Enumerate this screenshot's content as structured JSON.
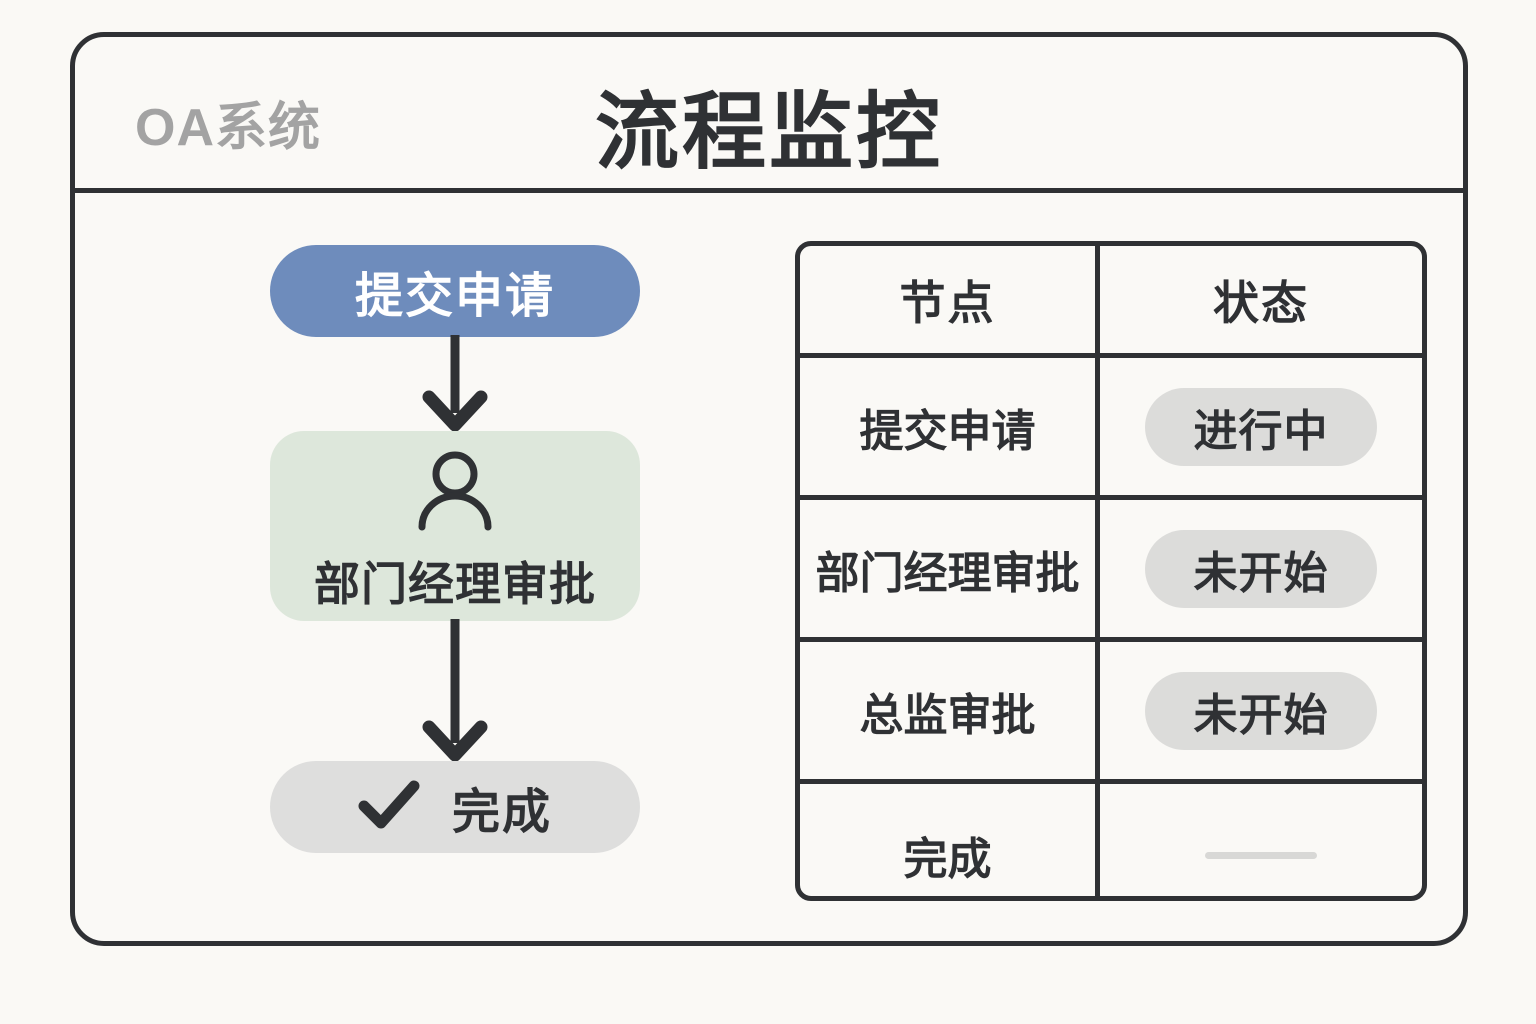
{
  "page": {
    "background_color": "#faf9f5",
    "card_border_color": "#2f3134"
  },
  "header": {
    "brand": "OA系统",
    "title": "流程监控",
    "brand_color": "#a3a3a3",
    "title_color": "#2f3134"
  },
  "flow": {
    "nodes": [
      {
        "label": "提交申请",
        "icon": "none",
        "fill": "#6e8cbc",
        "text_color": "#ffffff",
        "shape": "pill"
      },
      {
        "label": "部门经理审批",
        "icon": "person-icon",
        "fill": "#dde7db",
        "text_color": "#2f3134",
        "shape": "rounded-rect"
      },
      {
        "label": "完成",
        "icon": "check-icon",
        "fill": "#dededd",
        "text_color": "#2f3134",
        "shape": "pill"
      }
    ],
    "connectors": [
      {
        "icon": "arrow-down-icon",
        "from": "提交申请",
        "to": "部门经理审批",
        "color": "#2f3134"
      },
      {
        "icon": "arrow-down-icon",
        "from": "部门经理审批",
        "to": "完成",
        "color": "#2f3134"
      }
    ]
  },
  "status_table": {
    "columns": [
      "节点",
      "状态"
    ],
    "rows": [
      {
        "node": "提交申请",
        "status": "进行中",
        "status_type": "badge",
        "badge_color": "#dcdcda"
      },
      {
        "node": "部门经理审批",
        "status": "未开始",
        "status_type": "badge",
        "badge_color": "#dcdcda"
      },
      {
        "node": "总监审批",
        "status": "未开始",
        "status_type": "badge",
        "badge_color": "#dcdcda"
      },
      {
        "node": "完成",
        "status": "",
        "status_type": "dash",
        "badge_color": "#d8d8d6"
      }
    ]
  }
}
